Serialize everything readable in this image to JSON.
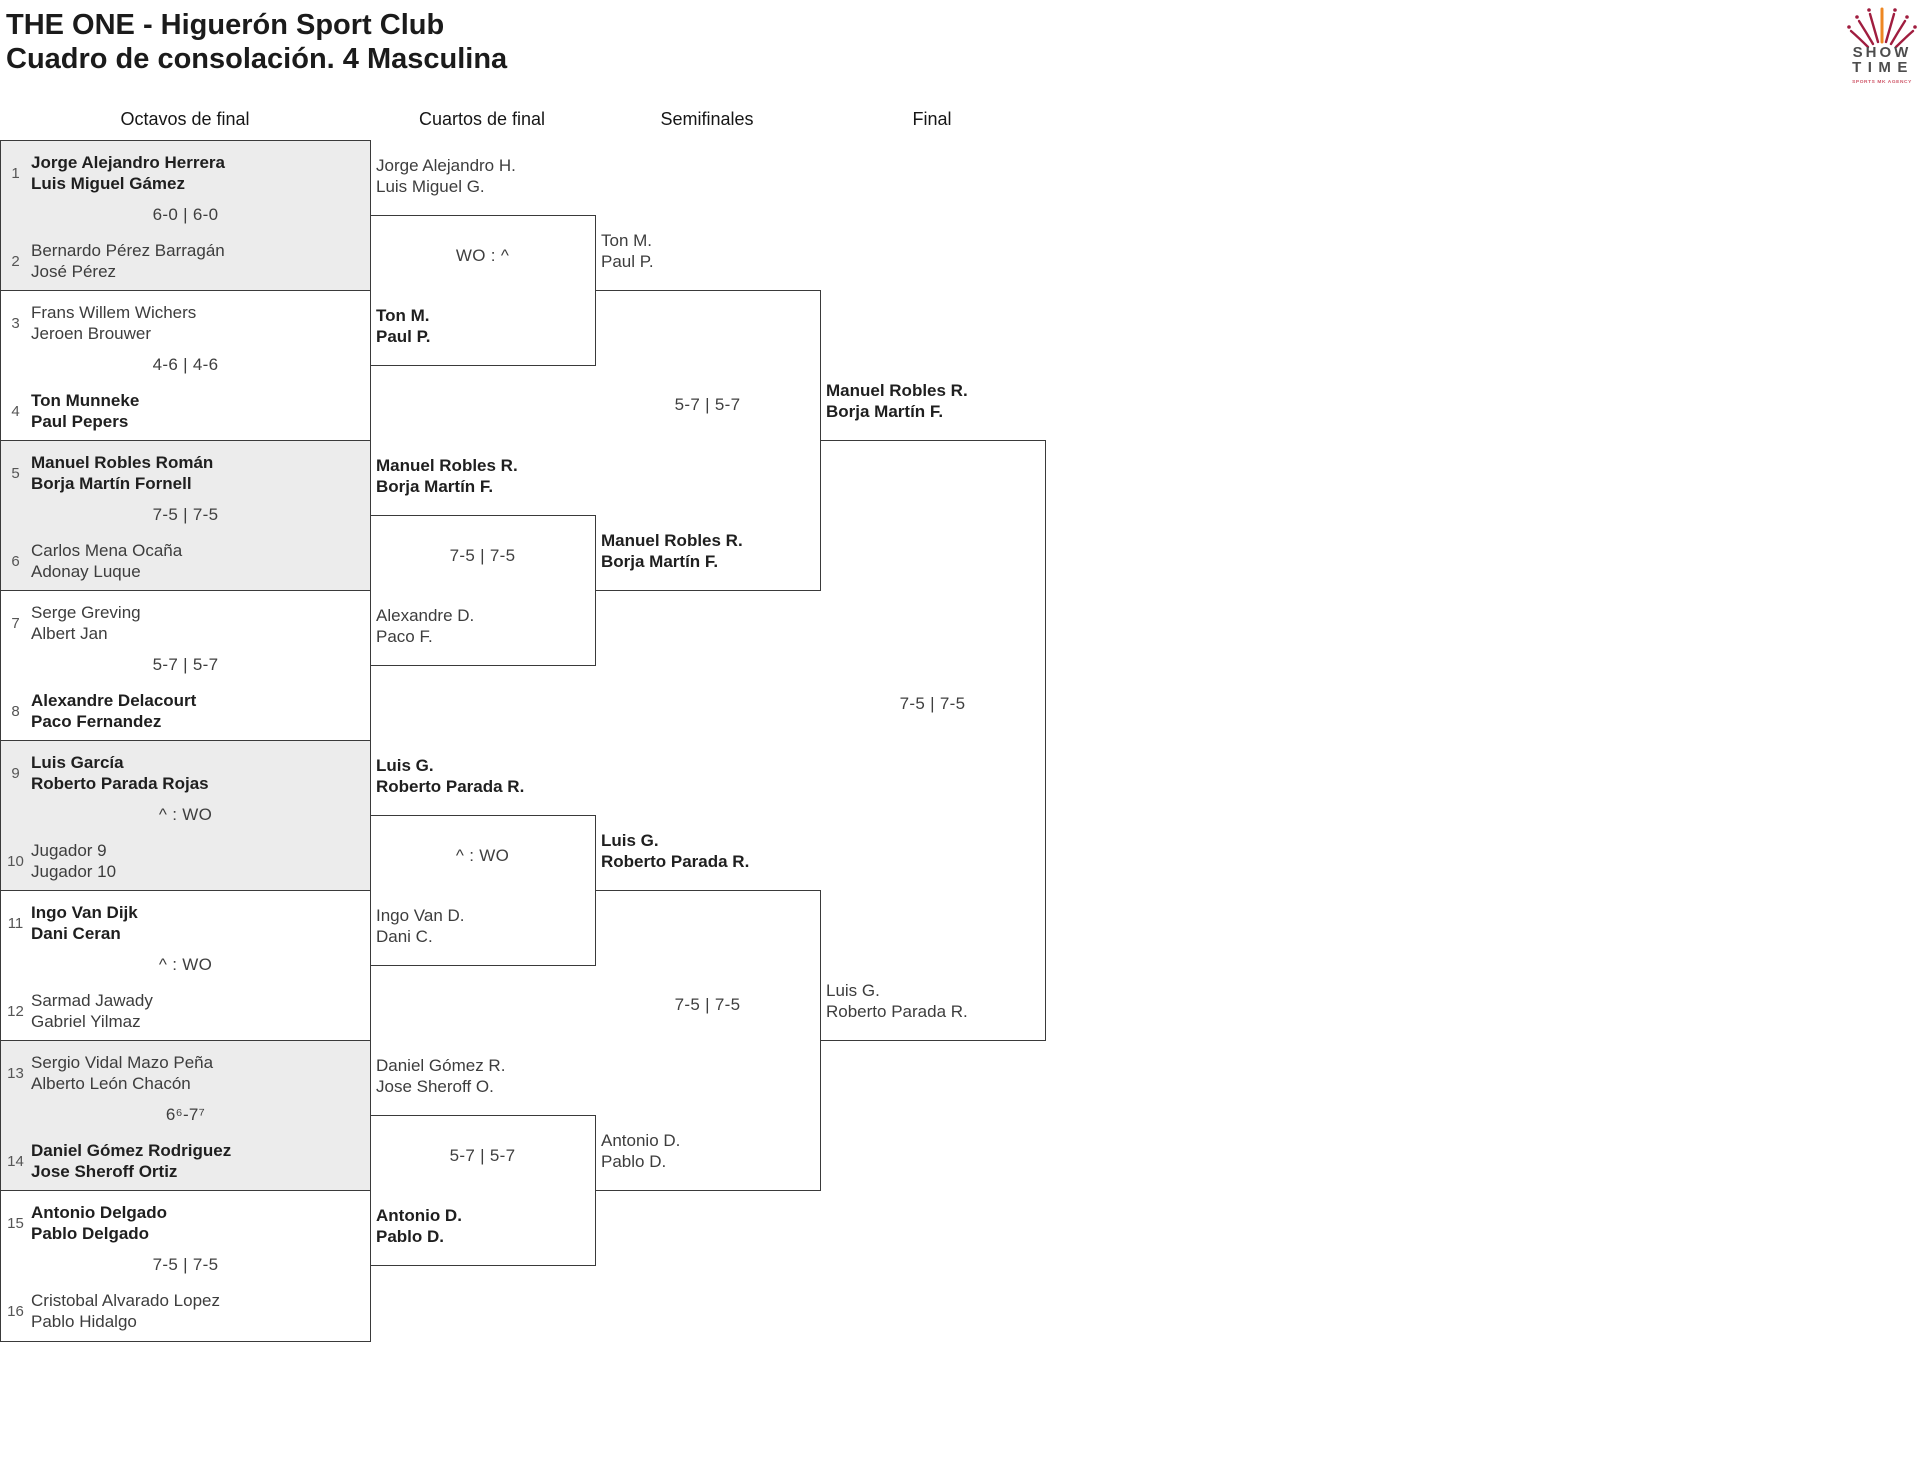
{
  "title": {
    "line1": "THE ONE - Higuerón Sport Club",
    "line2": "Cuadro de consolación. 4 Masculina"
  },
  "headers": [
    "Octavos de final",
    "Cuartos de final",
    "Semifinales",
    "Final"
  ],
  "logo": {
    "word1": "SHOW",
    "word2": "TIME",
    "tagline": "SPORTS MK AGENCY"
  },
  "colors": {
    "line": "#3a3a3a",
    "shade": "#ececec",
    "logo_crimson": "#a01d3f",
    "logo_orange": "#ee8722",
    "logo_gray": "#4d4d4d",
    "logo_tagline": "#cf5668"
  },
  "r16": {
    "m1": {
      "seed1": "1",
      "team1": [
        "Jorge Alejandro Herrera",
        "Luis Miguel Gámez"
      ],
      "score": "6-0 | 6-0",
      "seed2": "2",
      "team2": [
        "Bernardo Pérez Barragán",
        "José Pérez"
      ]
    },
    "m2": {
      "seed1": "3",
      "team1": [
        "Frans Willem Wichers",
        "Jeroen Brouwer"
      ],
      "score": "4-6 | 4-6",
      "seed2": "4",
      "team2": [
        "Ton Munneke",
        "Paul Pepers"
      ]
    },
    "m3": {
      "seed1": "5",
      "team1": [
        "Manuel Robles Román",
        "Borja Martín Fornell"
      ],
      "score": "7-5 | 7-5",
      "seed2": "6",
      "team2": [
        "Carlos Mena Ocaña",
        "Adonay Luque"
      ]
    },
    "m4": {
      "seed1": "7",
      "team1": [
        "Serge Greving",
        "Albert Jan"
      ],
      "score": "5-7 | 5-7",
      "seed2": "8",
      "team2": [
        "Alexandre Delacourt",
        "Paco Fernandez"
      ]
    },
    "m5": {
      "seed1": "9",
      "team1": [
        "Luis García",
        "Roberto Parada Rojas"
      ],
      "score": "^ : WO",
      "seed2": "10",
      "team2": [
        "Jugador 9",
        "Jugador 10"
      ]
    },
    "m6": {
      "seed1": "11",
      "team1": [
        "Ingo Van Dijk",
        "Dani Ceran"
      ],
      "score": "^ : WO",
      "seed2": "12",
      "team2": [
        "Sarmad Jawady",
        "Gabriel Yilmaz"
      ]
    },
    "m7": {
      "seed1": "13",
      "team1": [
        "Sergio Vidal Mazo Peña",
        "Alberto León Chacón"
      ],
      "score": "6⁶-7⁷",
      "seed2": "14",
      "team2": [
        "Daniel Gómez Rodriguez",
        "Jose Sheroff Ortiz"
      ]
    },
    "m8": {
      "seed1": "15",
      "team1": [
        "Antonio Delgado",
        "Pablo Delgado"
      ],
      "score": "7-5 | 7-5",
      "seed2": "16",
      "team2": [
        "Cristobal Alvarado Lopez",
        "Pablo Hidalgo"
      ]
    }
  },
  "qf": {
    "m1": {
      "team1": [
        "Jorge Alejandro H.",
        "Luis Miguel G."
      ],
      "score": "WO : ^",
      "team2": [
        "Ton M.",
        "Paul P."
      ]
    },
    "m2": {
      "team1": [
        "Manuel Robles R.",
        "Borja Martín F."
      ],
      "score": "7-5 | 7-5",
      "team2": [
        "Alexandre D.",
        "Paco F."
      ]
    },
    "m3": {
      "team1": [
        "Luis G.",
        "Roberto Parada R."
      ],
      "score": "^ : WO",
      "team2": [
        "Ingo Van D.",
        "Dani C."
      ]
    },
    "m4": {
      "team1": [
        "Daniel Gómez R.",
        "Jose Sheroff O."
      ],
      "score": "5-7 | 5-7",
      "team2": [
        "Antonio D.",
        "Pablo D."
      ]
    }
  },
  "sf": {
    "m1": {
      "team1": [
        "Ton M.",
        "Paul P."
      ],
      "score": "5-7 | 5-7",
      "team2": [
        "Manuel Robles R.",
        "Borja Martín F."
      ]
    },
    "m2": {
      "team1": [
        "Luis G.",
        "Roberto Parada R."
      ],
      "score": "7-5 | 7-5",
      "team2": [
        "Antonio D.",
        "Pablo D."
      ]
    }
  },
  "final": {
    "m1": {
      "team1": [
        "Manuel Robles R.",
        "Borja Martín F."
      ],
      "score": "7-5 | 7-5",
      "team2": [
        "Luis G.",
        "Roberto Parada R."
      ]
    }
  }
}
